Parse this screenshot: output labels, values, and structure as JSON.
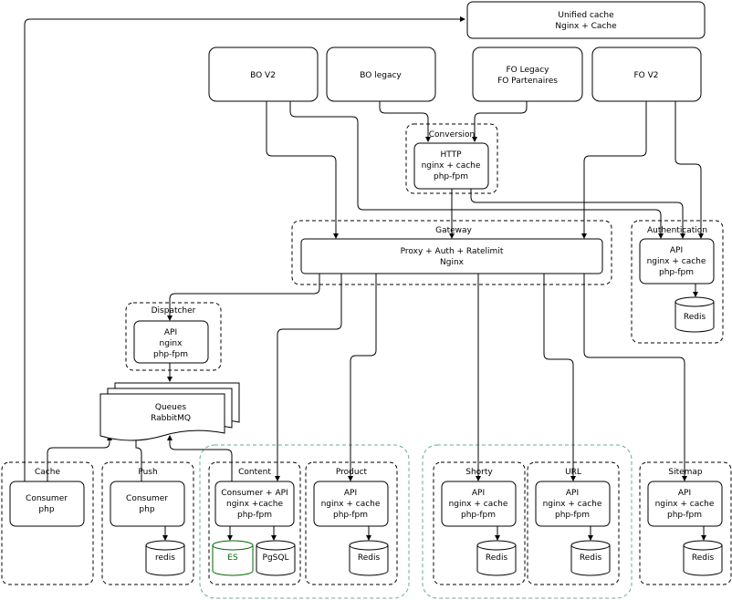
{
  "nodes": {
    "unified_cache": [
      "Unified cache",
      "Nginx + Cache"
    ],
    "bo_v2": [
      "BO V2"
    ],
    "bo_legacy": [
      "BO legacy"
    ],
    "fo_legacy": [
      "FO Legacy",
      "FO Partenaires"
    ],
    "fo_v2": [
      "FO V2"
    ],
    "http": [
      "HTTP",
      "nginx + cache",
      "php-fpm"
    ],
    "gateway_proxy": [
      "Proxy + Auth + Ratelimit",
      "Nginx"
    ],
    "auth_api": [
      "API",
      "nginx + cache",
      "php-fpm"
    ],
    "auth_redis": [
      "Redis"
    ],
    "dispatcher_api": [
      "API",
      "nginx",
      "php-fpm"
    ],
    "queues": [
      "Queues",
      "RabbitMQ"
    ],
    "cache_consumer": [
      "Consumer",
      "php"
    ],
    "push_consumer": [
      "Consumer",
      "php"
    ],
    "push_redis": [
      "redis"
    ],
    "content_api": [
      "Consumer + API",
      "nginx +cache",
      "php-fpm"
    ],
    "content_es": [
      "ES"
    ],
    "content_pgsql": [
      "PgSQL"
    ],
    "product_api": [
      "API",
      "nginx + cache",
      "php-fpm"
    ],
    "product_redis": [
      "Redis"
    ],
    "shorty_api": [
      "API",
      "nginx + cache",
      "php-fpm"
    ],
    "shorty_redis": [
      "Redis"
    ],
    "url_api": [
      "API",
      "nginx + cache",
      "php-fpm"
    ],
    "url_redis": [
      "Redis"
    ],
    "sitemap_api": [
      "API",
      "nginx + cache",
      "php-fpm"
    ],
    "sitemap_redis": [
      "Redis"
    ]
  },
  "groups": {
    "conversion": "Conversion",
    "gateway": "Gateway",
    "authentication": "Authentication",
    "dispatcher": "Dispatcher",
    "cache": "Cache",
    "push": "Push",
    "content": "Content",
    "product": "Product",
    "shorty": "Shorty",
    "url": "URL",
    "sitemap": "Sitemap"
  }
}
